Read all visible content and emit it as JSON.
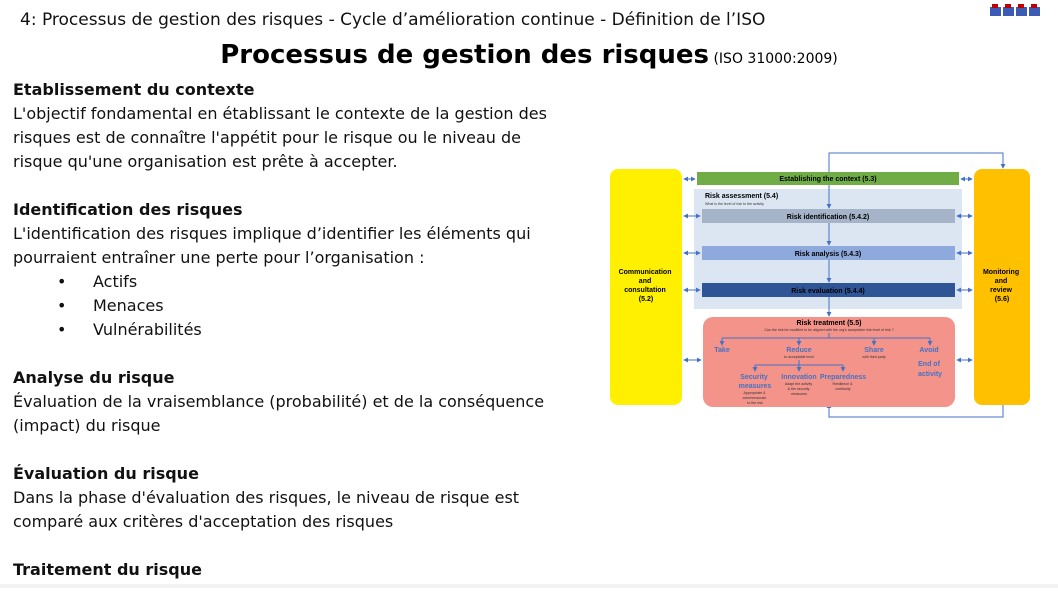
{
  "header": {
    "slide_title": "4: Processus de gestion des risques - Cycle d’amélioration continue - Définition de l’ISO"
  },
  "title": {
    "main": "Processus de gestion des risques",
    "standard": "(ISO 31000:2009)"
  },
  "sections": [
    {
      "heading": "Etablissement du contexte",
      "paragraphs": [
        "L'objectif fondamental en établissant le contexte de la gestion des",
        "risques est de connaître l'appétit pour le risque ou le niveau de",
        "risque qu'une organisation est prête à accepter."
      ]
    },
    {
      "heading": "Identification des risques",
      "paragraphs": [
        "L'identification des risques implique d’identifier les éléments qui",
        "pourraient entraîner une perte pour l’organisation :"
      ],
      "bullets": [
        "Actifs",
        "Menaces",
        "Vulnérabilités"
      ]
    },
    {
      "heading": "Analyse du risque",
      "paragraphs": [
        "Évaluation de la vraisemblance (probabilité) et de la conséquence",
        "(impact) du risque"
      ]
    },
    {
      "heading": "Évaluation du risque",
      "paragraphs": [
        "Dans la phase d'évaluation des risques, le niveau de risque est",
        "comparé aux critères d'acceptation des risques"
      ]
    },
    {
      "heading": "Traitement du risque"
    }
  ],
  "diagram": {
    "left_box": {
      "lines": [
        "Communication",
        "and",
        "consultation",
        "(5.2)"
      ]
    },
    "right_box": {
      "lines": [
        "Monitoring",
        "and",
        "review",
        "(5.6)"
      ]
    },
    "context": "Establishing the context (5.3)",
    "assessment": {
      "title": "Risk assessment (5.4)",
      "subtitle": "What is the level of risk to the activity"
    },
    "identification": "Risk identification (5.4.2)",
    "analysis": "Risk analysis (5.4.3)",
    "evaluation": "Risk evaluation (5.4.4)",
    "treatment": {
      "title": "Risk treatment (5.5)",
      "subtitle": "Can the risk be modified to be aligned with the org's acceptable risk level of risk ?",
      "take": "Take",
      "reduce": {
        "label": "Reduce",
        "sub": "to acceptable level"
      },
      "share": {
        "label": "Share",
        "sub": "with third party"
      },
      "avoid": [
        "Avoid",
        "End of",
        "activity"
      ],
      "security": {
        "label": [
          "Security",
          "measures"
        ],
        "sub": [
          "Appropriate &",
          "commensurate",
          "to the risk"
        ]
      },
      "innovation": {
        "label": "Innovation",
        "sub": [
          "Adapt the activity",
          "& the security",
          "measures"
        ]
      },
      "preparedness": {
        "label": "Preparedness",
        "sub": [
          "Resilience &",
          "continuity"
        ]
      }
    }
  },
  "colors": {
    "yellow": "#ffef00",
    "orange": "#ffc000",
    "green": "#70ad47",
    "assess_bg": "#dce6f2",
    "ident": "#a5b4c8",
    "analysis": "#8ea9db",
    "evaluation": "#2f5597",
    "treatment": "#f4938a",
    "arrow": "#4472c4",
    "text_blue": "#4472c4"
  }
}
